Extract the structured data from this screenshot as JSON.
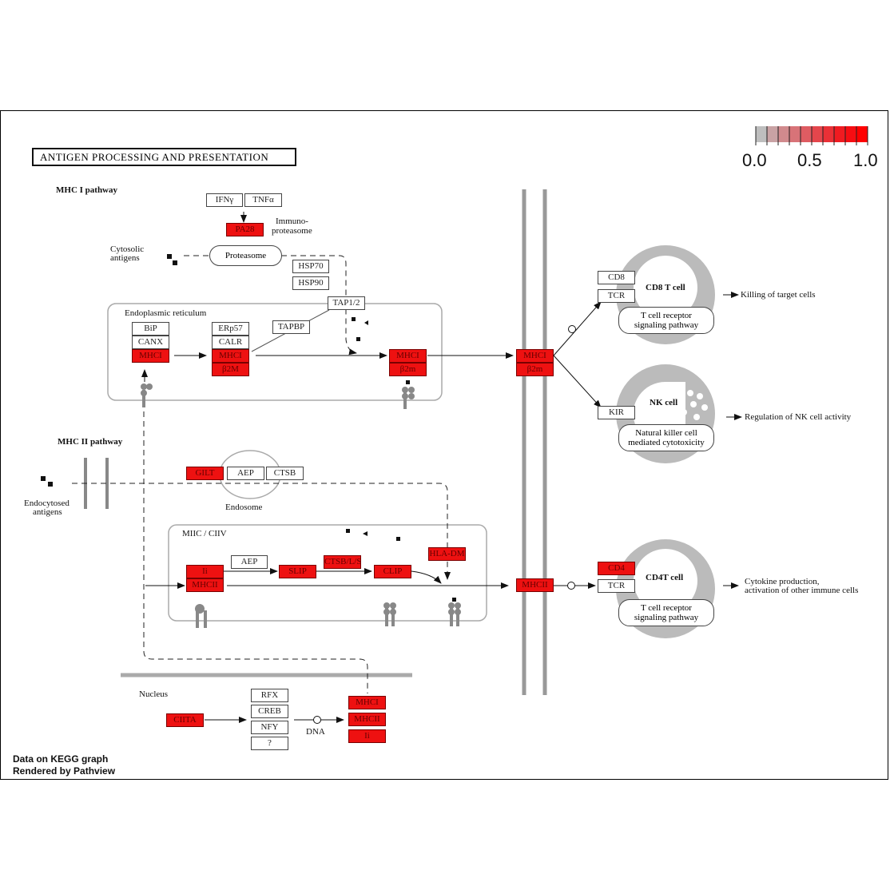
{
  "title": "ANTIGEN PROCESSING AND PRESENTATION",
  "legend": {
    "ticks": [
      "0.0",
      "0.5",
      "1.0"
    ],
    "colors": [
      "#bebebe",
      "#c9a2a4",
      "#d18a8d",
      "#d87378",
      "#de5c62",
      "#e4464c",
      "#ea3036",
      "#f01b21",
      "#f60d12",
      "#ff0000"
    ]
  },
  "labels": {
    "mhc1_pathway": "MHC I pathway",
    "mhc2_pathway": "MHC II pathway",
    "immunoproteasome_1": "Immuno-",
    "immunoproteasome_2": "proteasome",
    "cytosolic_1": "Cytosolic",
    "cytosolic_2": "antigens",
    "er": "Endoplasmic reticulum",
    "endocytosed_1": "Endocytosed",
    "endocytosed_2": "antigens",
    "endosome": "Endosome",
    "miic": "MIIC / CIIV",
    "nucleus": "Nucleus",
    "dna": "DNA",
    "cd8_cell": "CD8 T cell",
    "nk_cell": "NK cell",
    "cd4_cell": "CD4T cell",
    "killing": "Killing of target cells",
    "nk_regulation": "Regulation of NK cell activity",
    "cytokine_1": "Cytokine production,",
    "cytokine_2": "activation of other immune cells",
    "tcr_path_1a": "T cell receptor",
    "tcr_path_1b": "signaling pathway",
    "nk_path_a": "Natural killer cell",
    "nk_path_b": "mediated cytotoxicity",
    "tcr_path_2a": "T cell receptor",
    "tcr_path_2b": "signaling pathway",
    "proteasome": "Proteasome"
  },
  "nodes": {
    "ifng": "IFNγ",
    "tnfa": "TNFα",
    "pa28": "PA28",
    "hsp70": "HSP70",
    "hsp90": "HSP90",
    "tap": "TAP1/2",
    "tapbp": "TAPBP",
    "bip": "BiP",
    "canx": "CANX",
    "mhc1_a": "MHCI",
    "erp57": "ERp57",
    "calr": "CALR",
    "mhc1_b": "MHCI",
    "b2m_b": "β2M",
    "mhc1_c": "MHCI",
    "b2m_c": "β2m",
    "mhc1_mem": "MHCI",
    "b2m_mem": "β2m",
    "cd8": "CD8",
    "tcr1": "TCR",
    "kir": "KIR",
    "gilt": "GILT",
    "aep1": "AEP",
    "ctsb": "CTSB",
    "aep2": "AEP",
    "ii": "Ii",
    "mhc2_a": "MHCII",
    "slip": "SLIP",
    "ctsbls": "CTSB/L/S",
    "clip": "CLIP",
    "hladm": "HLA-DM",
    "mhc2_mem": "MHCII",
    "cd4": "CD4",
    "tcr2": "TCR",
    "ciita": "CIITA",
    "rfx": "RFX",
    "creb": "CREB",
    "nfy": "NFY",
    "unk": "?",
    "out_mhc1": "MHCI",
    "out_mhc2": "MHCII",
    "out_ii": "Ii"
  },
  "footer": {
    "line1": "Data on KEGG graph",
    "line2": "Rendered by Pathview"
  }
}
